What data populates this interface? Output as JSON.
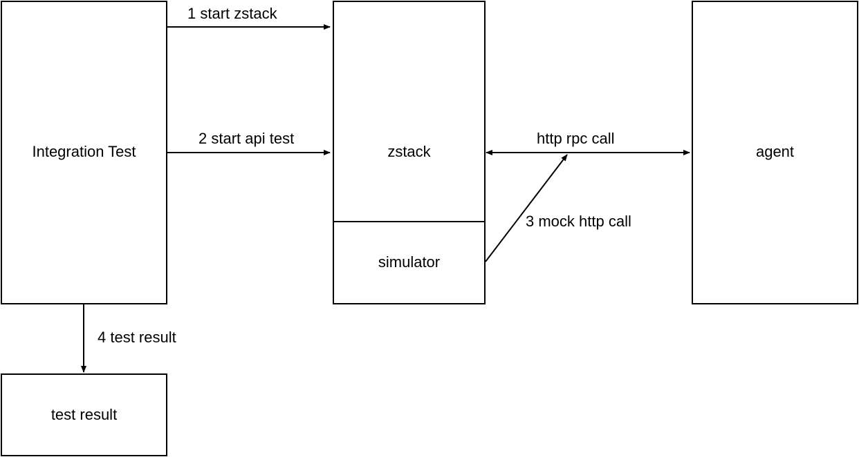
{
  "nodes": {
    "integration_test": "Integration Test",
    "zstack": "zstack",
    "simulator": "simulator",
    "agent": "agent",
    "test_result": "test result"
  },
  "edges": {
    "start_zstack": "1 start zstack",
    "start_api_test": "2 start api test",
    "http_rpc_call": "http rpc call",
    "mock_http_call": "3 mock http call",
    "test_result": "4 test result"
  },
  "colors": {
    "stroke": "#000000",
    "background": "#ffffff"
  }
}
